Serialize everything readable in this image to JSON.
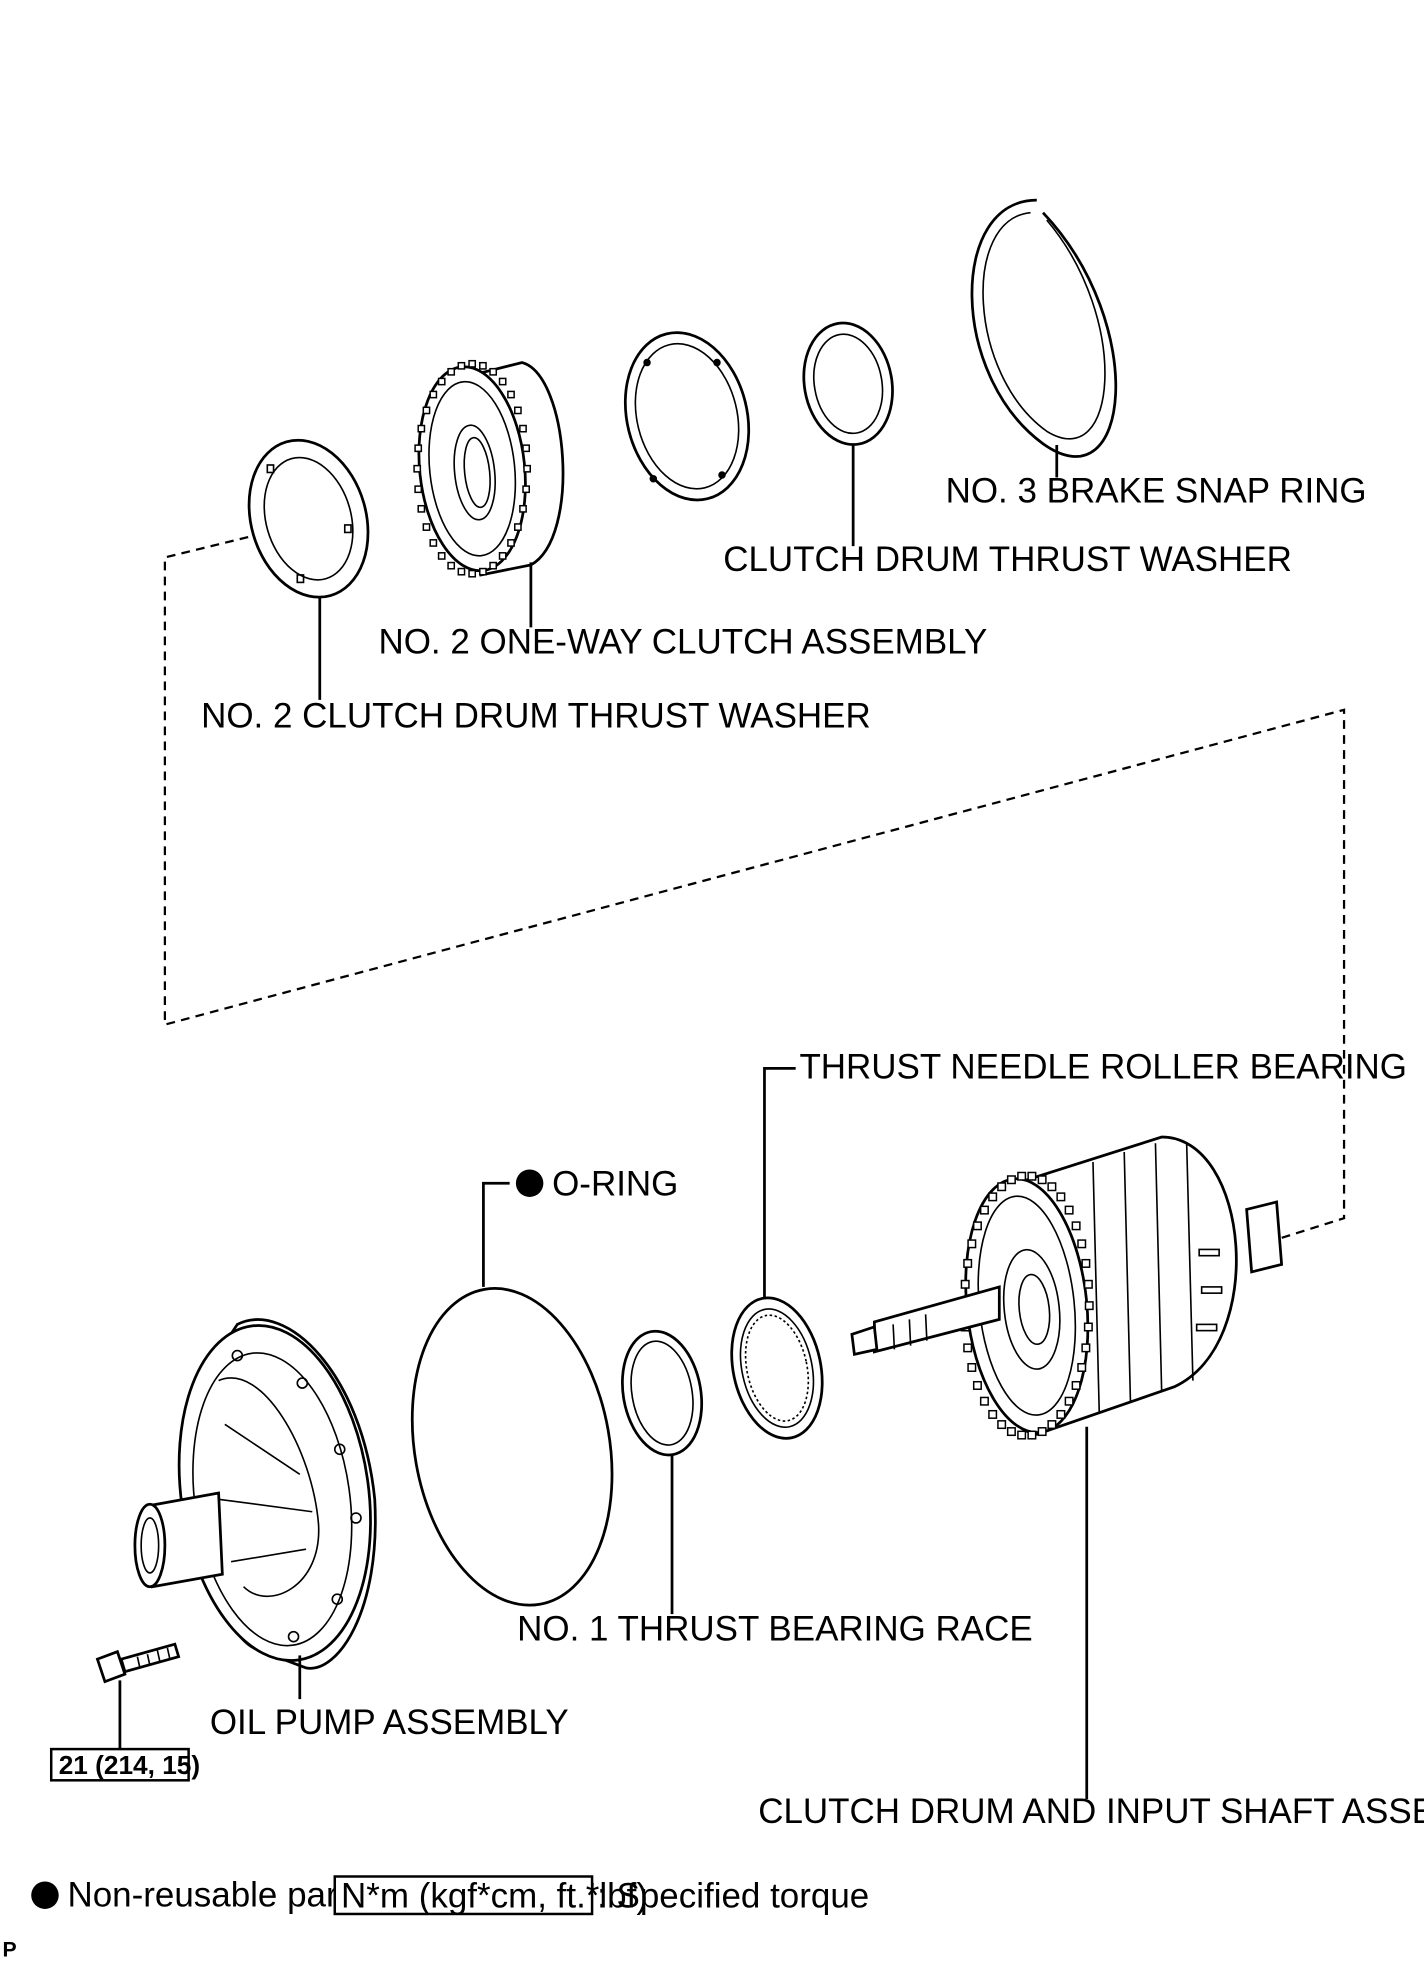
{
  "parts": {
    "snap_ring": "NO. 3 BRAKE SNAP RING",
    "drum_washer": "CLUTCH DRUM THRUST WASHER",
    "one_way_clutch": "NO. 2 ONE-WAY CLUTCH ASSEMBLY",
    "no2_washer": "NO. 2 CLUTCH DRUM THRUST WASHER",
    "needle_bearing": "THRUST NEEDLE ROLLER BEARING",
    "o_ring": "O-RING",
    "bearing_race": "NO. 1 THRUST BEARING RACE",
    "oil_pump": "OIL PUMP ASSEMBLY",
    "drum_shaft": "CLUTCH DRUM AND INPUT SHAFT ASSEMBLY"
  },
  "torque": {
    "value": "21 (214, 15)"
  },
  "legend": {
    "non_reusable": "Non-reusable part",
    "torque_units": "N*m (kgf*cm, ft.*lbf)",
    "torque_desc": ": Specified torque"
  },
  "corner_mark": "P",
  "icons": {
    "non_reusable": "filled-circle-icon"
  },
  "colors": {
    "ink": "#000000",
    "background": "#ffffff"
  }
}
